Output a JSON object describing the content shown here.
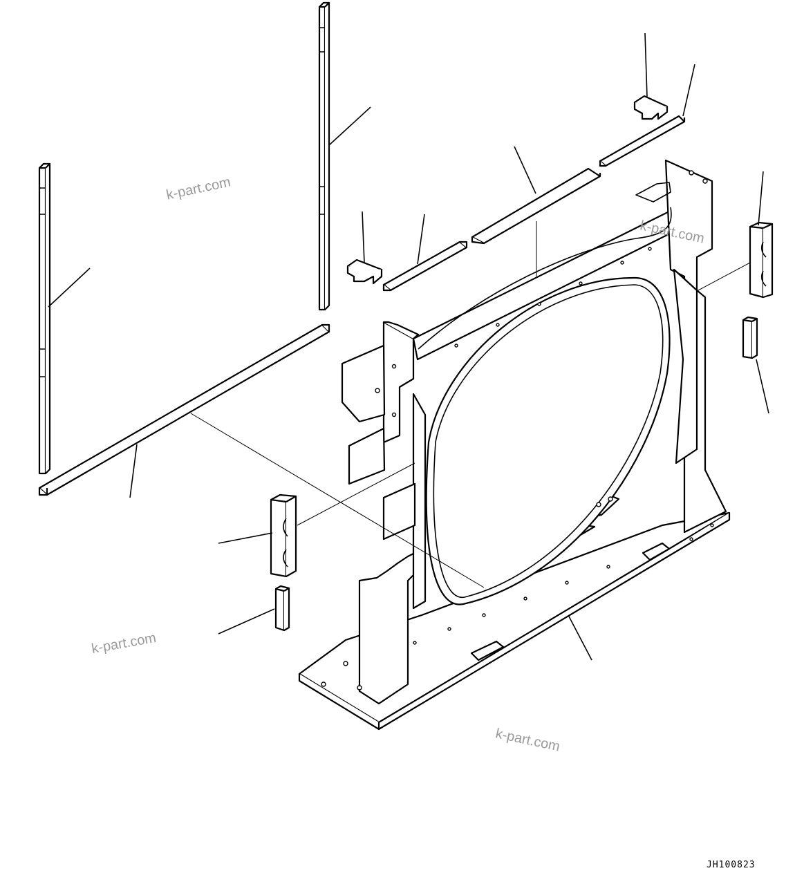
{
  "diagram": {
    "drawing_code": "JH100823",
    "watermarks": [
      "k-part.com",
      "k-part.com",
      "k-part.com",
      "k-part.com"
    ],
    "line_color": "#000000",
    "background_color": "#ffffff",
    "watermark_color": "#9a9a9a"
  }
}
